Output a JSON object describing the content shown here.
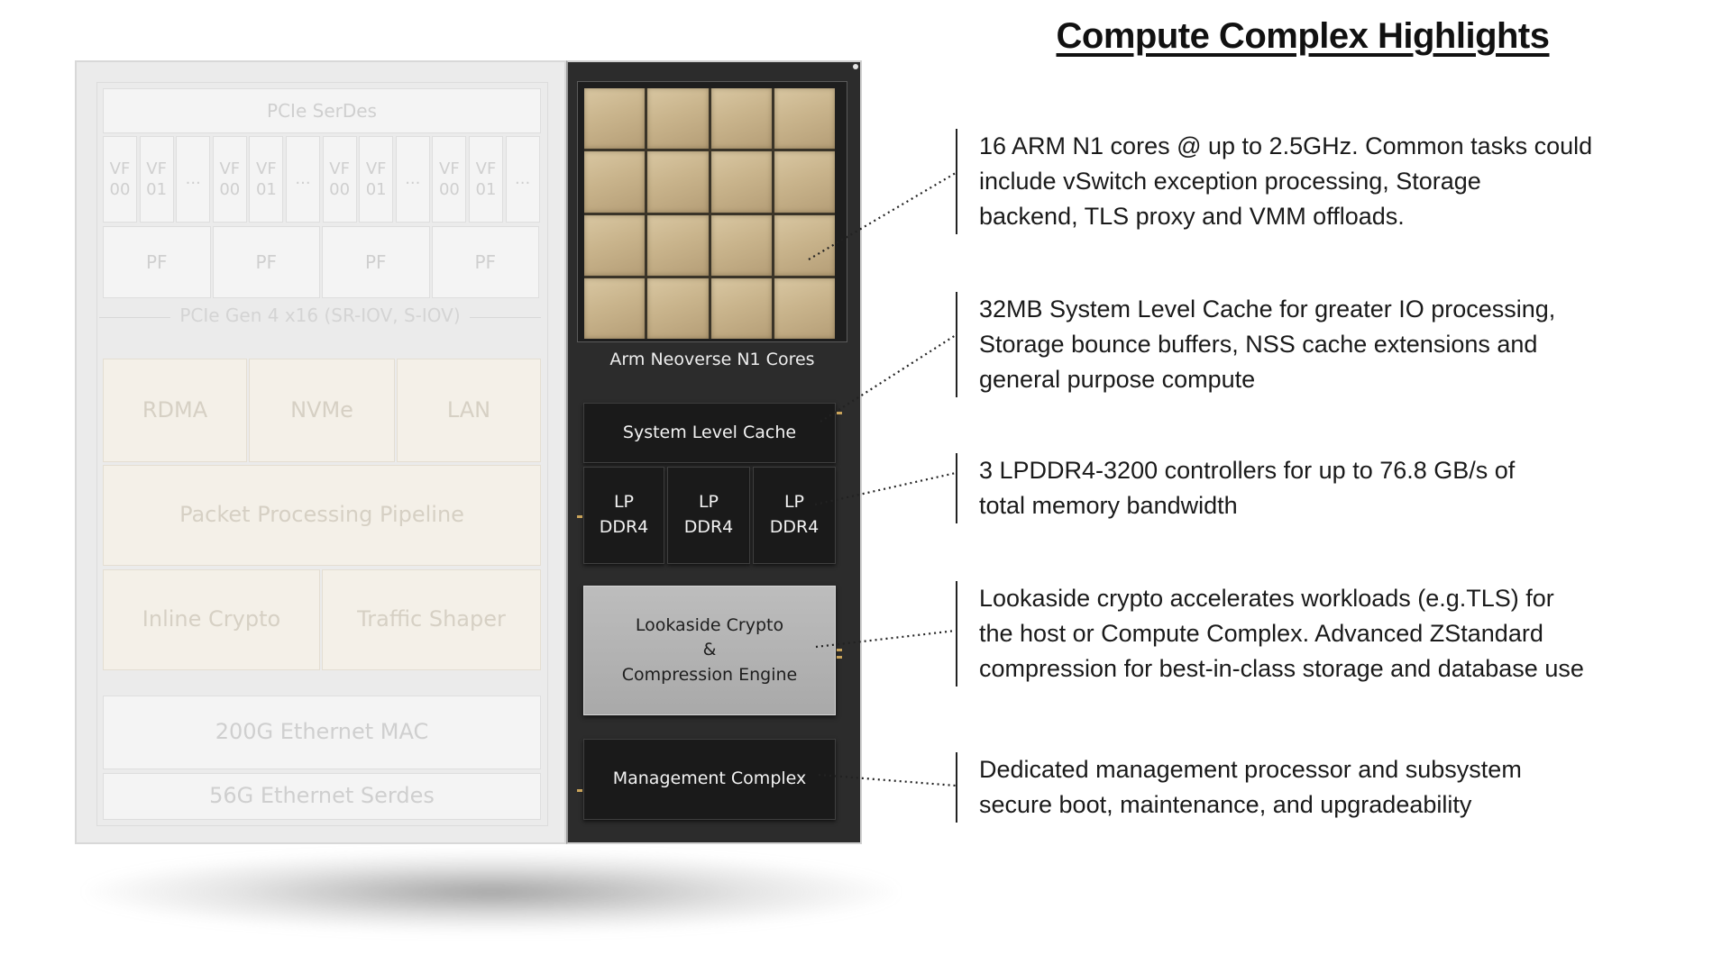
{
  "title": "Compute Complex Highlights",
  "left_section": {
    "pcie_serdes": "PCIe SerDes",
    "vf_cells": [
      {
        "a": "VF",
        "b": "00"
      },
      {
        "a": "VF",
        "b": "01"
      },
      {
        "a": "...",
        "b": ""
      },
      {
        "a": "VF",
        "b": "00"
      },
      {
        "a": "VF",
        "b": "01"
      },
      {
        "a": "...",
        "b": ""
      },
      {
        "a": "VF",
        "b": "00"
      },
      {
        "a": "VF",
        "b": "01"
      },
      {
        "a": "...",
        "b": ""
      },
      {
        "a": "VF",
        "b": "00"
      },
      {
        "a": "VF",
        "b": "01"
      },
      {
        "a": "...",
        "b": ""
      }
    ],
    "pf_labels": [
      "PF",
      "PF",
      "PF",
      "PF"
    ],
    "pcie_gen": "PCIe Gen 4 x16 (SR-IOV, S-IOV)",
    "rdma": "RDMA",
    "nvme": "NVMe",
    "lan": "LAN",
    "packet_pipeline": "Packet Processing Pipeline",
    "inline_crypto": "Inline Crypto",
    "traffic_shaper": "Traffic Shaper",
    "ethernet_mac": "200G Ethernet MAC",
    "ethernet_serdes": "56G Ethernet Serdes"
  },
  "compute": {
    "cores_label": "Arm Neoverse N1 Cores",
    "slc_label": "System Level Cache",
    "ddr": [
      {
        "line1": "LP",
        "line2": "DDR4"
      },
      {
        "line1": "LP",
        "line2": "DDR4"
      },
      {
        "line1": "LP",
        "line2": "DDR4"
      }
    ],
    "lookaside": {
      "line1": "Lookaside Crypto",
      "line2": "&",
      "line3": "Compression Engine"
    },
    "management": "Management Complex"
  },
  "highlights": [
    {
      "lines": [
        "16 ARM N1 cores @ up to 2.5GHz.  Common tasks could",
        "include vSwitch exception processing, Storage",
        "backend, TLS proxy and VMM offloads."
      ]
    },
    {
      "lines": [
        "32MB System Level Cache for greater IO processing,",
        "Storage bounce buffers, NSS cache extensions and",
        "general purpose compute"
      ]
    },
    {
      "lines": [
        "3 LPDDR4-3200  controllers for up to 76.8 GB/s of",
        "total memory bandwidth"
      ]
    },
    {
      "lines": [
        "Lookaside crypto accelerates  workloads (e.g.TLS) for",
        "the host or Compute Complex.  Advanced ZStandard",
        "compression for best-in-class storage and database use"
      ]
    },
    {
      "lines": [
        "Dedicated  management processor and subsystem",
        "secure boot, maintenance, and upgradeability"
      ]
    }
  ],
  "colors": {
    "core_gold": "#c9b48c",
    "compute_bg": "#2c2c2c",
    "faded_bg": "#ebebeb"
  }
}
